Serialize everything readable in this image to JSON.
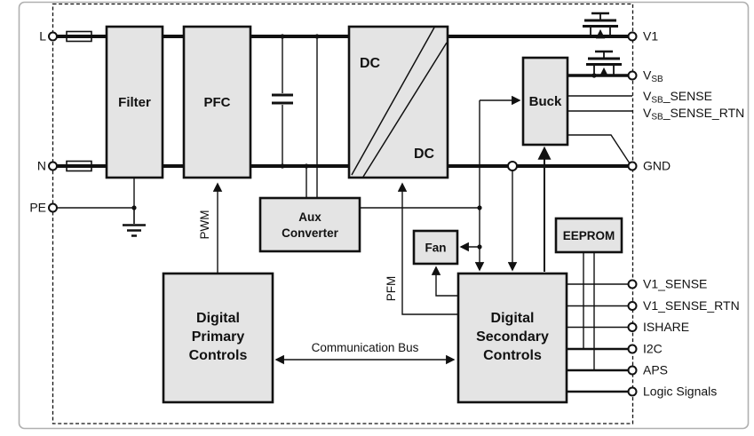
{
  "colors": {
    "block_fill": "#e4e4e4",
    "line": "#111111",
    "frame": "#b0b0b0",
    "bg": "#ffffff"
  },
  "blocks": {
    "filter": "Filter",
    "pfc": "PFC",
    "dc_top": "DC",
    "dc_bottom": "DC",
    "buck": "Buck",
    "aux": [
      "Aux",
      "Converter"
    ],
    "fan": "Fan",
    "eeprom": "EEPROM",
    "primary": [
      "Digital",
      "Primary",
      "Controls"
    ],
    "secondary": [
      "Digital",
      "Secondary",
      "Controls"
    ]
  },
  "signals": {
    "pwm": "PWM",
    "pfm": "PFM",
    "comm_bus": "Communication Bus"
  },
  "terminals": {
    "left": [
      {
        "label": "L"
      },
      {
        "label": "N"
      },
      {
        "label": "PE"
      }
    ],
    "right": {
      "v1": "V1",
      "vsb": {
        "v": "V",
        "sub": "SB",
        "rest": ""
      },
      "vsb_sense": {
        "v": "V",
        "sub": "SB",
        "rest": "_SENSE"
      },
      "vsb_sense_rtn": {
        "v": "V",
        "sub": "SB",
        "rest": "_SENSE_RTN"
      },
      "gnd": "GND",
      "v1_sense": "V1_SENSE",
      "v1_sense_rtn": "V1_SENSE_RTN",
      "ishare": "ISHARE",
      "i2c": "I2C",
      "aps": "APS",
      "logic": "Logic Signals"
    }
  }
}
